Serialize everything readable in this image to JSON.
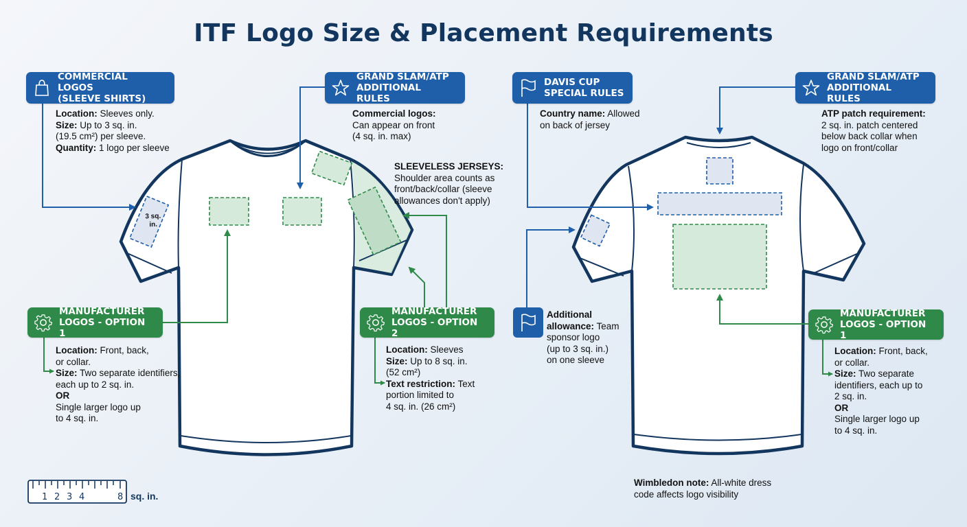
{
  "title": "ITF Logo Size & Placement Requirements",
  "colors": {
    "title": "#13365f",
    "blue_header": "#1f5ea8",
    "green_header": "#2f8a4a",
    "shirt_outline": "#13365f",
    "blue_zone": "#dfe6f2",
    "green_zone": "#d6eadb"
  },
  "front_shirt": {
    "sleeve_patch_label": "3 sq. in.",
    "callouts": {
      "commercial": {
        "icon": "shopping-bag-icon",
        "header": "COMMERCIAL LOGOS\n(SLEEVE SHIRTS)",
        "lines": [
          {
            "bold": "Location:",
            "text": " Sleeves only."
          },
          {
            "bold": "Size:",
            "text": " Up to 3 sq. in."
          },
          {
            "bold": "",
            "text": "(19.5 cm²) per sleeve."
          },
          {
            "bold": "Quantity:",
            "text": " 1 logo per sleeve"
          }
        ]
      },
      "grand_slam": {
        "icon": "star-icon",
        "header": "GRAND SLAM/ATP\nADDITIONAL RULES",
        "lines": [
          {
            "bold": "Commercial logos:",
            "text": ""
          },
          {
            "bold": "",
            "text": "Can appear on front"
          },
          {
            "bold": "",
            "text": "(4 sq. in. max)"
          }
        ]
      },
      "sleeveless": {
        "lines": [
          {
            "bold": "SLEEVELESS JERSEYS:",
            "text": ""
          },
          {
            "bold": "",
            "text": "Shoulder area counts as"
          },
          {
            "bold": "",
            "text": "front/back/collar (sleeve"
          },
          {
            "bold": "",
            "text": "allowances don't apply)"
          }
        ]
      },
      "manufacturer_1": {
        "icon": "gear-icon",
        "header": "MANUFACTURER\nLOGOS - OPTION 1",
        "lines": [
          {
            "bold": "Location:",
            "text": " Front, back,"
          },
          {
            "bold": "",
            "text": "or collar."
          },
          {
            "bold": "Size:",
            "text": " Two separate identifiers,"
          },
          {
            "bold": "",
            "text": "each up to 2 sq. in."
          },
          {
            "bold": "OR",
            "text": ""
          },
          {
            "bold": "",
            "text": "Single larger logo up"
          },
          {
            "bold": "",
            "text": "to 4 sq. in."
          }
        ]
      },
      "manufacturer_2": {
        "icon": "gear-icon",
        "header": "MANUFACTURER\nLOGOS - OPTION 2",
        "lines": [
          {
            "bold": "Location:",
            "text": " Sleeves"
          },
          {
            "bold": "Size:",
            "text": " Up to 8 sq. in."
          },
          {
            "bold": "",
            "text": "(52 cm²)"
          },
          {
            "bold": "Text restriction:",
            "text": " Text"
          },
          {
            "bold": "",
            "text": "portion limited to"
          },
          {
            "bold": "",
            "text": "4 sq. in. (26 cm²)"
          }
        ]
      }
    }
  },
  "back_shirt": {
    "callouts": {
      "davis_cup": {
        "icon": "flag-icon",
        "header": "DAVIS CUP\nSPECIAL RULES",
        "lines": [
          {
            "bold": "Country name:",
            "text": " Allowed"
          },
          {
            "bold": "",
            "text": "on back of jersey"
          }
        ]
      },
      "grand_slam": {
        "icon": "star-icon",
        "header": "GRAND SLAM/ATP\nADDITIONAL RULES",
        "lines": [
          {
            "bold": "ATP patch requirement:",
            "text": ""
          },
          {
            "bold": "",
            "text": "2 sq. in. patch centered"
          },
          {
            "bold": "",
            "text": "below back collar when"
          },
          {
            "bold": "",
            "text": "logo on front/collar"
          }
        ]
      },
      "additional": {
        "icon": "flag-icon",
        "lines": [
          {
            "bold": "Additional",
            "text": ""
          },
          {
            "bold": "allowance:",
            "text": " Team"
          },
          {
            "bold": "",
            "text": "sponsor logo"
          },
          {
            "bold": "",
            "text": "(up to 3 sq. in.)"
          },
          {
            "bold": "",
            "text": "on one sleeve"
          }
        ]
      },
      "manufacturer_1": {
        "icon": "gear-icon",
        "header": "MANUFACTURER\nLOGOS - OPTION 1",
        "lines": [
          {
            "bold": "Location:",
            "text": " Front, back,"
          },
          {
            "bold": "",
            "text": "or collar."
          },
          {
            "bold": "Size:",
            "text": " Two separate"
          },
          {
            "bold": "",
            "text": "identifiers, each up to"
          },
          {
            "bold": "",
            "text": "2 sq. in."
          },
          {
            "bold": "OR",
            "text": ""
          },
          {
            "bold": "",
            "text": "Single larger logo up"
          },
          {
            "bold": "",
            "text": "to 4 sq. in."
          }
        ]
      }
    },
    "wimbledon": {
      "lines": [
        {
          "bold": "Wimbledon note:",
          "text": " All-white dress"
        },
        {
          "bold": "",
          "text": "code affects logo visibility"
        }
      ]
    }
  },
  "ruler": {
    "icon": "ruler-icon",
    "ticks": [
      "1",
      "2",
      "3",
      "4",
      "8"
    ],
    "unit": "sq. in."
  }
}
